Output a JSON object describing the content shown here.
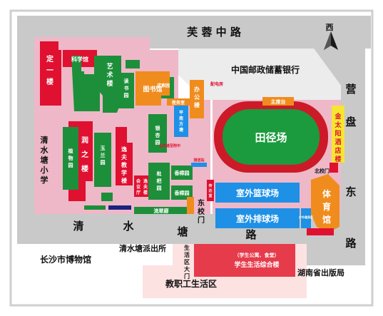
{
  "roads": {
    "top": "芙 蓉 中 路",
    "right": [
      "营",
      "盘",
      "东",
      "路"
    ],
    "bottom": [
      "清",
      "水",
      "塘",
      "路"
    ]
  },
  "compass": {
    "label": "西"
  },
  "neighbors": {
    "bank": "中国邮政储蓄银行",
    "hotel": [
      "金",
      "太",
      "阳",
      "酒",
      "店",
      "楼"
    ],
    "school": [
      "清",
      "水",
      "塘",
      "小",
      "学"
    ],
    "museum": "长沙市博物馆",
    "police": "清水塘派出所",
    "living_area_gate": [
      "生",
      "活",
      "区",
      "大",
      "门"
    ],
    "dorm_complex_top": "（学生公寓、食堂）",
    "dorm_complex": "学生生活综合楼",
    "staff_area": "教职工生活区",
    "publisher": "湖南省出版局"
  },
  "buildings": {
    "ding_yi": [
      "定",
      "一",
      "楼"
    ],
    "science": "科学馆",
    "art": [
      "艺",
      "术",
      "楼"
    ],
    "reading": [
      "读",
      "书",
      "园"
    ],
    "library": "图书馆",
    "qiusuo": "求索园",
    "office": [
      "办",
      "公",
      "楼"
    ],
    "clinic": "医务室",
    "power": "配电房",
    "stage": "主席台",
    "track": "田径场",
    "pingnan": [
      "平",
      "南",
      "方",
      "塘"
    ],
    "runzhi": [
      "润",
      "之",
      "楼"
    ],
    "zhiwu": [
      "植",
      "物",
      "园"
    ],
    "yulan": [
      "玉",
      "兰",
      "园"
    ],
    "yifu": [
      "逸",
      "夫",
      "教",
      "学",
      "楼"
    ],
    "yingxing": [
      "银",
      "杏",
      "园"
    ],
    "campus_road": "主校道至附中",
    "yifu_tower": [
      "逸",
      "夫",
      "楼"
    ],
    "meeting": [
      "会",
      "议",
      "厅"
    ],
    "pipa": [
      "枇",
      "杷",
      "园"
    ],
    "xiangzhang1": "香樟园",
    "xiangzhang2": "香樟园",
    "transit": "接送站",
    "liucui": "流翠廊",
    "gate_east": [
      "东",
      "校",
      "门"
    ],
    "gate_north": "北校门",
    "guard": [
      "传",
      "达",
      "室"
    ],
    "basketball": "室外篮球场",
    "volleyball": "室外排球场",
    "gym": [
      "体",
      "育",
      "馆"
    ],
    "fitness": "户外健身区"
  },
  "colors": {
    "campus": "#eeb8c8",
    "road": "#c7c7c7",
    "teaching": "#e01030",
    "garden": "#1d8f3a",
    "facility": "#f08c1e",
    "sports": "#1e90e6",
    "field": "#1c9a3e",
    "track": "#cc1a28",
    "hotel": "#f5e632",
    "dorm": "#e63b4b"
  },
  "icons": {
    "compass": "north-arrow-icon"
  }
}
